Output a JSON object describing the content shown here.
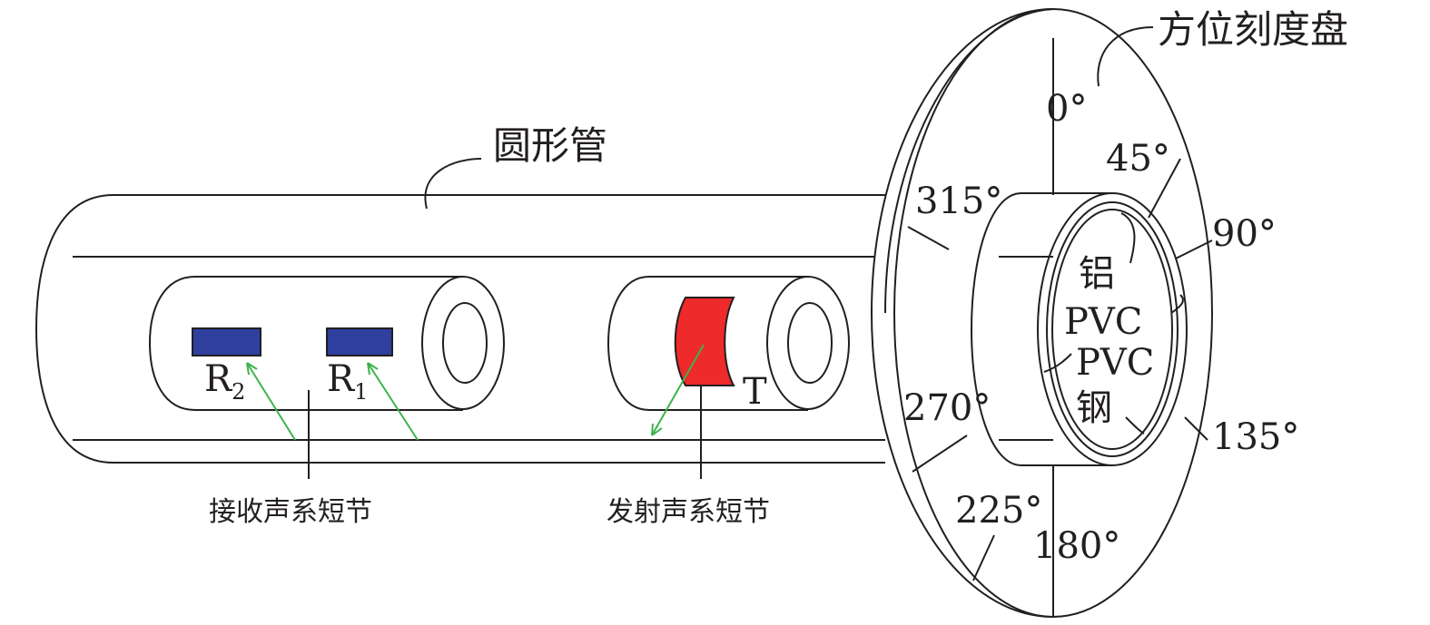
{
  "labels": {
    "pipe": "圆形管",
    "dial": "方位刻度盘",
    "receiver_sub": "接收声系短节",
    "transmitter_sub": "发射声系短节",
    "r2": "R",
    "r2_sub": "2",
    "r1": "R",
    "r1_sub": "1",
    "t": "T",
    "aluminum": "铝",
    "pvc1": "PVC",
    "pvc2": "PVC",
    "steel": "钢"
  },
  "angles": [
    "0°",
    "45°",
    "90°",
    "135°",
    "180°",
    "225°",
    "270°",
    "315°"
  ],
  "colors": {
    "receiver": "#2e3f9e",
    "transmitter": "#ee2a2a",
    "arrow": "#3cb44b",
    "line": "#231f20"
  }
}
